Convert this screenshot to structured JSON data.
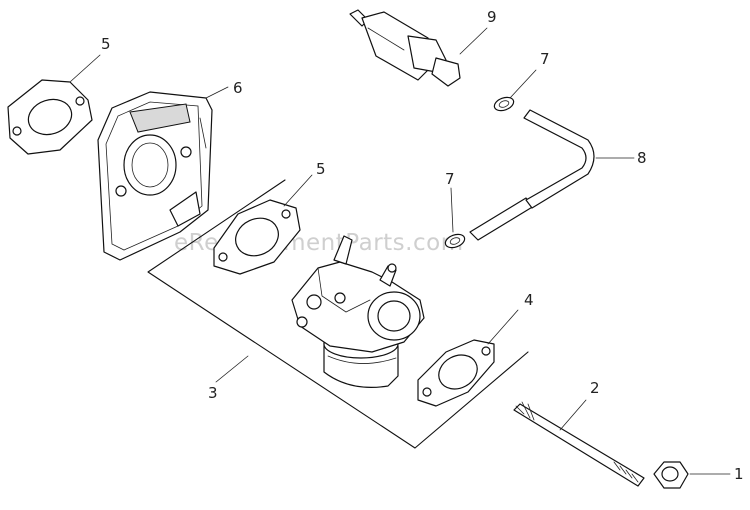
{
  "watermark": "eReplacementParts.com",
  "callouts": {
    "c1": "1",
    "c2": "2",
    "c3": "3",
    "c4": "4",
    "c5a": "5",
    "c5b": "5",
    "c6": "6",
    "c7a": "7",
    "c7b": "7",
    "c8": "8",
    "c9": "9"
  }
}
